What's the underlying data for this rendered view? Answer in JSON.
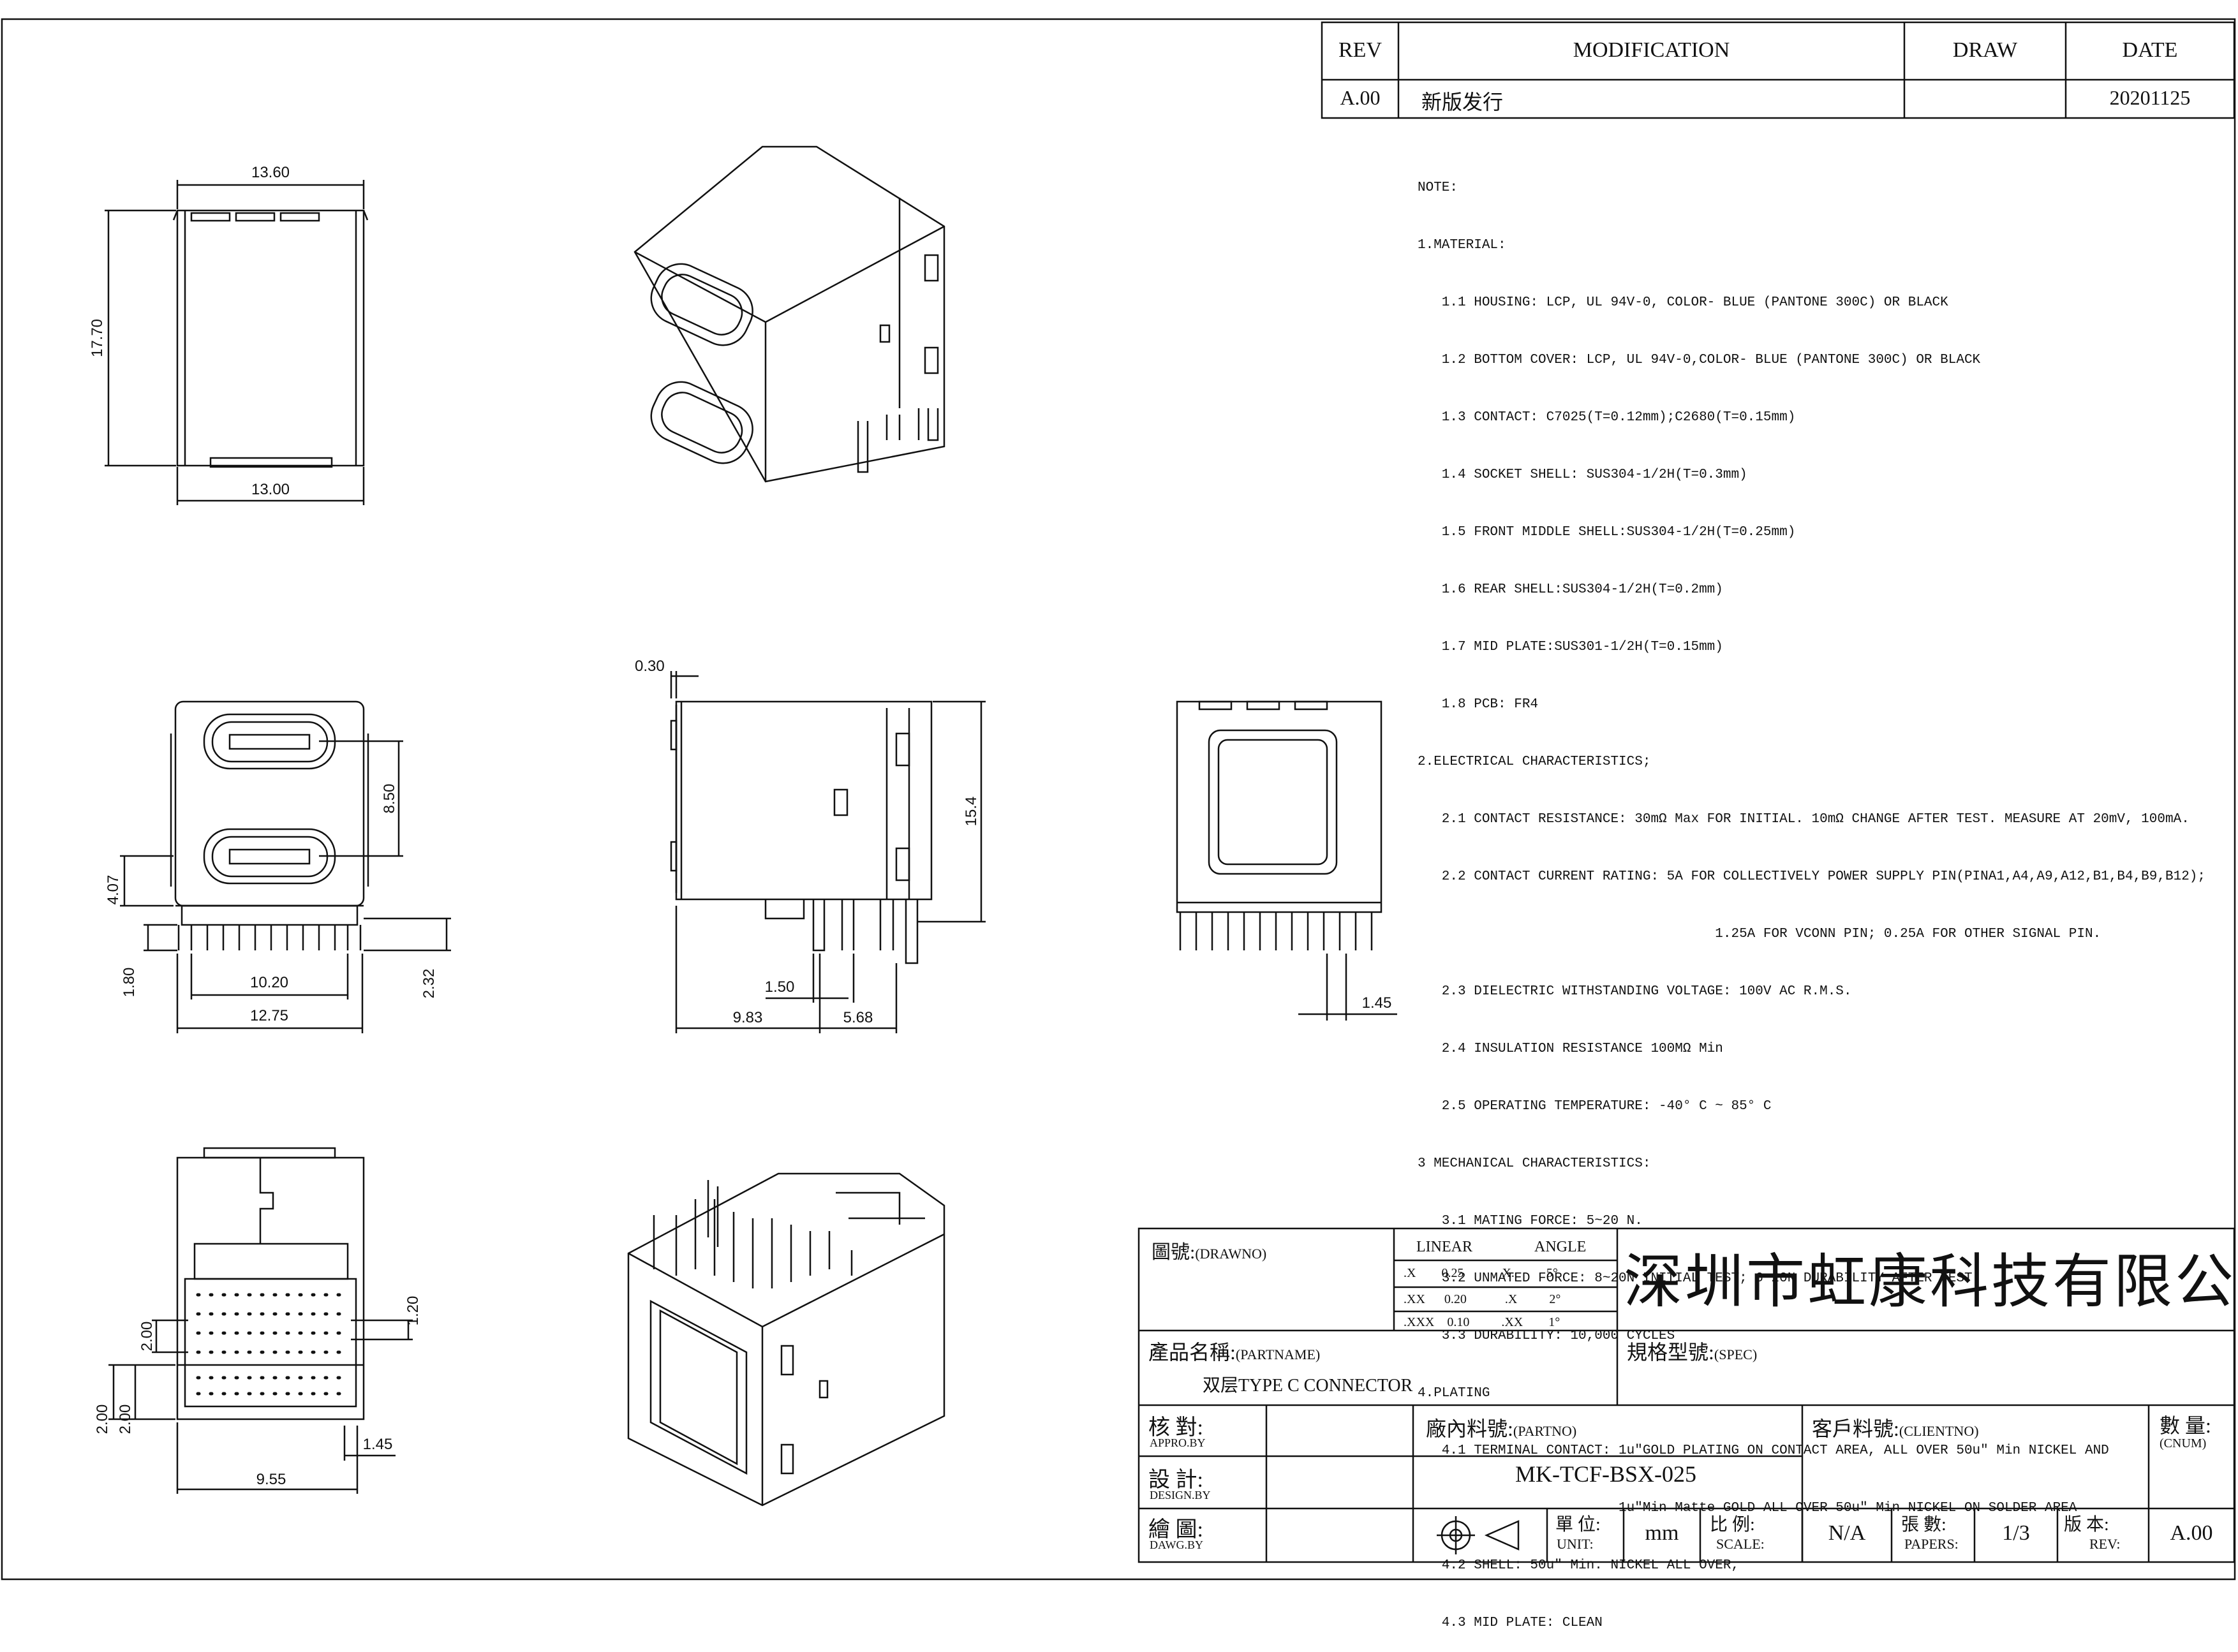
{
  "revision_table": {
    "headers": {
      "rev": "REV",
      "modification": "MODIFICATION",
      "draw": "DRAW",
      "date": "DATE"
    },
    "row": {
      "rev": "A.00",
      "modification": "新版发行",
      "draw": "",
      "date": "20201125"
    }
  },
  "notes": [
    "NOTE:",
    "1.MATERIAL:",
    "   1.1 HOUSING: LCP, UL 94V-0, COLOR- BLUE (PANTONE 300C) OR BLACK",
    "   1.2 BOTTOM COVER: LCP, UL 94V-0,COLOR- BLUE (PANTONE 300C) OR BLACK",
    "   1.3 CONTACT: C7025(T=0.12mm);C2680(T=0.15mm)",
    "   1.4 SOCKET SHELL: SUS304-1/2H(T=0.3mm)",
    "   1.5 FRONT MIDDLE SHELL:SUS304-1/2H(T=0.25mm)",
    "   1.6 REAR SHELL:SUS304-1/2H(T=0.2mm)",
    "   1.7 MID PLATE:SUS301-1/2H(T=0.15mm)",
    "   1.8 PCB: FR4",
    "2.ELECTRICAL CHARACTERISTICS;",
    "   2.1 CONTACT RESISTANCE: 30mΩ Max FOR INITIAL. 10mΩ CHANGE AFTER TEST. MEASURE AT 20mV, 100mA.",
    "   2.2 CONTACT CURRENT RATING: 5A FOR COLLECTIVELY POWER SUPPLY PIN(PINA1,A4,A9,A12,B1,B4,B9,B12);",
    "                                     1.25A FOR VCONN PIN; 0.25A FOR OTHER SIGNAL PIN.",
    "   2.3 DIELECTRIC WITHSTANDING VOLTAGE: 100V AC R.M.S.",
    "   2.4 INSULATION RESISTANCE 100MΩ Min",
    "   2.5 OPERATING TEMPERATURE: -40° C ~ 85° C",
    "3 MECHANICAL CHARACTERISTICS:",
    "   3.1 MATING FORCE: 5~20 N.",
    "   3.2 UNMATED FORCE: 8~20N INITIAL TEST; 6~20N DURABILITY AFTER TEST",
    "   3.3 DURABILITY: 10,000 CYCLES",
    "4.PLATING",
    "   4.1 TERMINAL CONTACT: 1u\"GOLD PLATING ON CONTACT AREA, ALL OVER 50u\" Min NICKEL AND",
    "                         1u\"Min Matte GOLD ALL OVER 50u\" Min NICKEL ON SOLDER AREA",
    "   4.2 SHELL: 50u\" Min. NICKEL ALL OVER,",
    "   4.3 MID PLATE: CLEAN"
  ],
  "dimensions": {
    "top_width": "13.60",
    "top_height": "17.70",
    "top_bottom": "13.00",
    "front_8_50": "8.50",
    "front_4_07": "4.07",
    "front_1_80": "1.80",
    "front_2_32": "2.32",
    "front_10_20": "10.20",
    "front_12_75": "12.75",
    "side_0_30": "0.30",
    "side_15_4": "15.4",
    "side_1_50": "1.50",
    "side_9_83": "9.83",
    "side_5_68": "5.68",
    "rear_1_45": "1.45",
    "bottom_2_00_a": "2.00",
    "bottom_1_20": "1.20",
    "bottom_2_00_b": "2.00",
    "bottom_2_00_c": "2.00",
    "bottom_1_45": "1.45",
    "bottom_9_55": "9.55"
  },
  "title_block": {
    "drawno_label": "圖號:",
    "drawno_en": "(DRAWNO)",
    "tolerance": {
      "linear": "LINEAR",
      "angle": "ANGLE",
      "rows": [
        {
          "lk": ".X",
          "lv": "0.25",
          "ak": "X.",
          "av": "5°"
        },
        {
          "lk": ".XX",
          "lv": "0.20",
          "ak": ".X",
          "av": "2°"
        },
        {
          "lk": ".XXX",
          "lv": "0.10",
          "ak": ".XX",
          "av": "1°"
        }
      ]
    },
    "company": "深圳市虹康科技有限公司",
    "partname_label": "產品名稱:",
    "partname_en": "(PARTNAME)",
    "partname_value": "双层TYPE C  CONNECTOR",
    "spec_label": "規格型號:",
    "spec_en": "(SPEC)",
    "appro_label": "核  對:",
    "appro_en": "APPRO.BY",
    "design_label": "設  計:",
    "design_en": "DESIGN.BY",
    "dawg_label": "繪  圖:",
    "dawg_en": "DAWG.BY",
    "partno_label": "廠內料號:",
    "partno_en": "(PARTNO)",
    "partno_value": "MK-TCF-BSX-025",
    "clientno_label": "客戶料號:",
    "clientno_en": "(CLIENTNO)",
    "cnum_label": "數 量:",
    "cnum_en": "(CNUM)",
    "unit_label": "單 位:",
    "unit_en": "UNIT:",
    "unit_value": "mm",
    "scale_label": "比 例:",
    "scale_en": "SCALE:",
    "scale_value": "N/A",
    "papers_label": "張 數:",
    "papers_en": "PAPERS:",
    "papers_value": "1/3",
    "rev_label": "版 本:",
    "rev_en": "REV:",
    "rev_value": "A.00"
  }
}
